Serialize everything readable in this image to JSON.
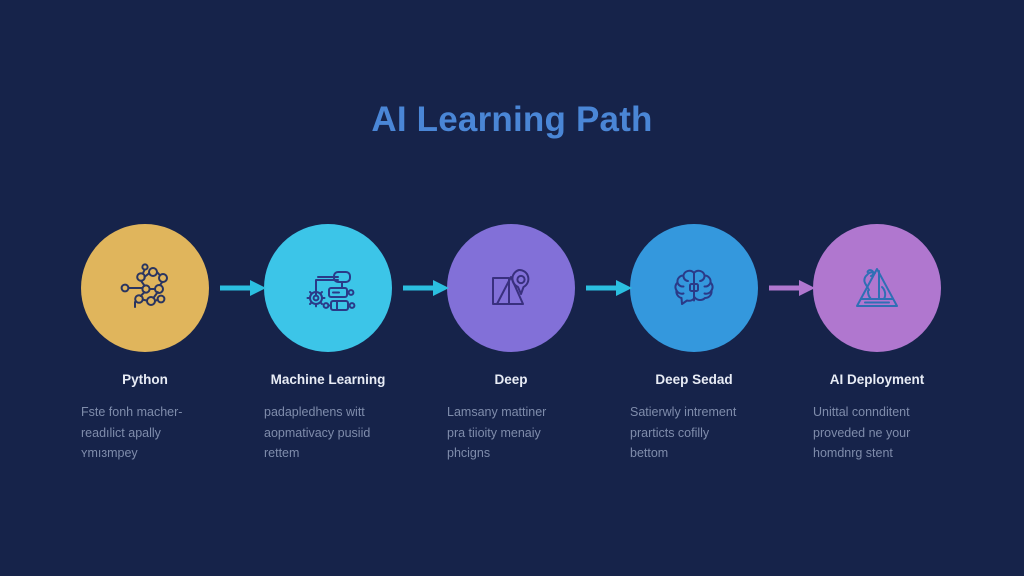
{
  "page": {
    "title": "AI Learning Path",
    "background_color": "#16234a",
    "title_color": "#4a86d6"
  },
  "steps": [
    {
      "icon": "network-nodes-icon",
      "circle_color": "#e0b55c",
      "icon_color": "#2a3560",
      "title": "Python",
      "body_lines": [
        "Fste fonh macher-",
        "readılict apally",
        "ʏmıɜmpey"
      ]
    },
    {
      "icon": "flowchart-gear-icon",
      "circle_color": "#3cc5e8",
      "icon_color": "#2a3a88",
      "title": "Machine Learning",
      "body_lines": [
        "padapledhens witt",
        "aopmativacy pusiid",
        "rettem"
      ]
    },
    {
      "icon": "shapes-marker-icon",
      "circle_color": "#8270d8",
      "icon_color": "#39307e",
      "title": "Deep",
      "body_lines": [
        "Lamsany mattiner",
        "pra tiioity menaiy",
        "phcigns"
      ]
    },
    {
      "icon": "brain-icon",
      "circle_color": "#3498dd",
      "icon_color": "#2a3a88",
      "title": "Deep Sedad",
      "body_lines": [
        "Satierwly intrement",
        "prarticts cofilly",
        "bettom"
      ]
    },
    {
      "icon": "rocket-launch-icon",
      "circle_color": "#b077cf",
      "icon_color": "#2f6fb5",
      "title": "AI Deployment",
      "body_lines": [
        "Unittal connditent",
        "proveded ne your",
        "homdnrg stent"
      ]
    }
  ],
  "arrows": [
    {
      "name": "arrow-python-to-ml",
      "color": "#2bbfe0"
    },
    {
      "name": "arrow-ml-to-deep",
      "color": "#2bbfe0"
    },
    {
      "name": "arrow-deep-to-deepsedad",
      "color": "#2bbfe0"
    },
    {
      "name": "arrow-deepsedad-to-deployment",
      "color": "#b077cf"
    }
  ]
}
